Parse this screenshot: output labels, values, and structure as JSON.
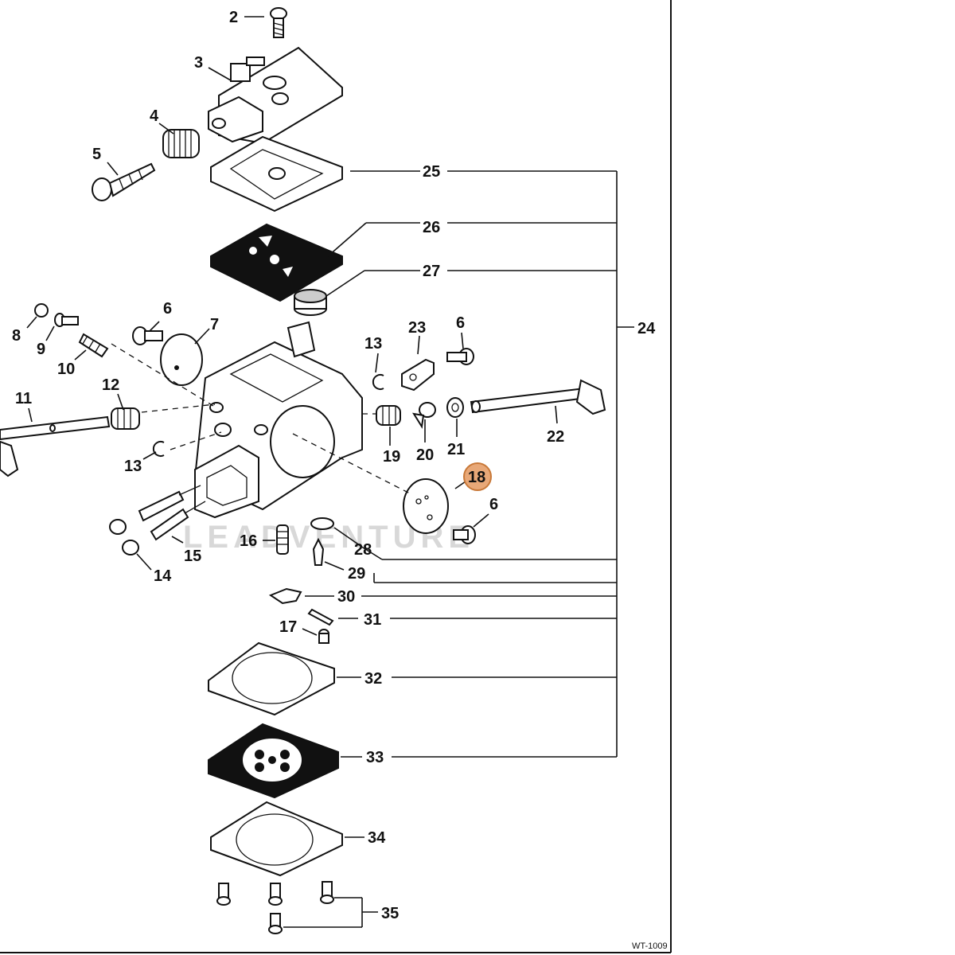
{
  "diagram": {
    "drawing_code": "WT-1009",
    "watermark": "LEADVENTURE",
    "highlight_color": "#e8a878",
    "highlighted_part": "18",
    "callouts": [
      "2",
      "3",
      "4",
      "5",
      "6",
      "6",
      "6",
      "6",
      "7",
      "8",
      "9",
      "10",
      "11",
      "12",
      "13",
      "13",
      "14",
      "15",
      "16",
      "17",
      "18",
      "19",
      "20",
      "21",
      "22",
      "23",
      "24",
      "25",
      "26",
      "27",
      "28",
      "29",
      "30",
      "31",
      "32",
      "33",
      "34",
      "35"
    ]
  }
}
